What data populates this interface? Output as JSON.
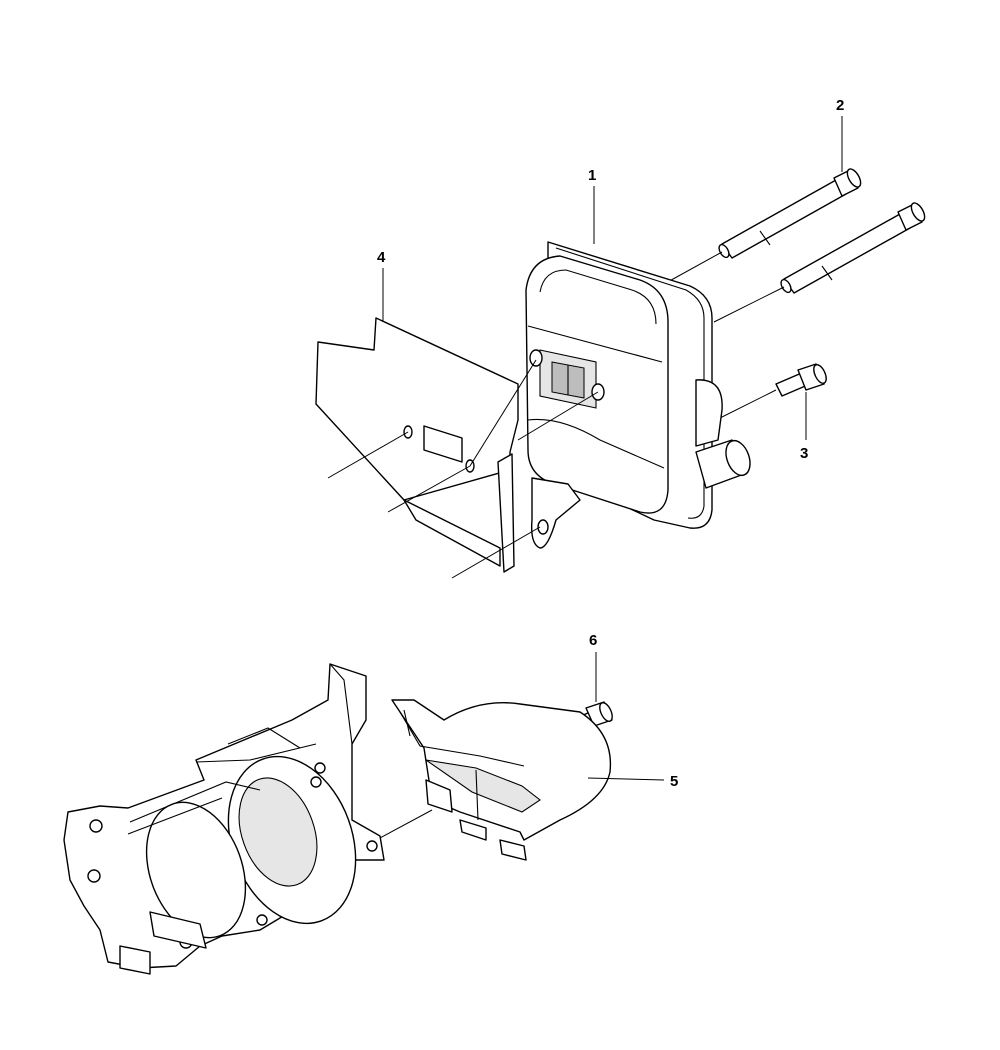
{
  "callouts": {
    "c1": "1",
    "c2": "2",
    "c3": "3",
    "c4": "4",
    "c5": "5",
    "c6": "6"
  },
  "parts": [
    {
      "callout": "1",
      "icon": "muffler-icon"
    },
    {
      "callout": "2",
      "icon": "long-bolt-icon"
    },
    {
      "callout": "3",
      "icon": "short-screw-icon"
    },
    {
      "callout": "4",
      "icon": "heat-shield-plate-icon"
    },
    {
      "callout": "5",
      "icon": "muffler-guard-icon"
    },
    {
      "callout": "6",
      "icon": "screw-icon"
    }
  ],
  "colors": {
    "line": "#000000",
    "background": "#ffffff"
  }
}
